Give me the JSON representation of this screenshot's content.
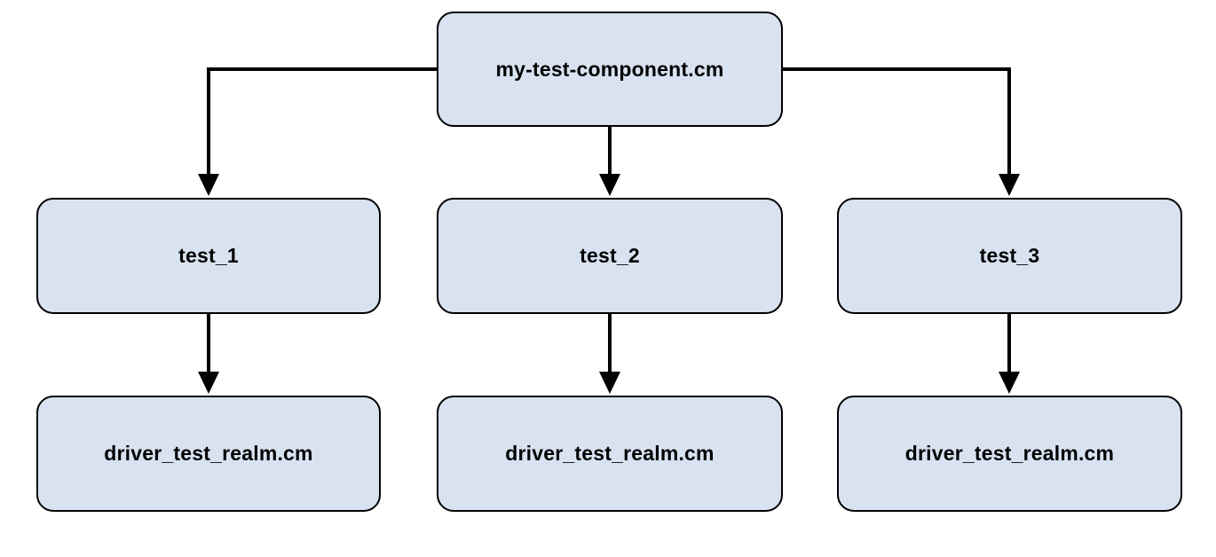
{
  "diagram": {
    "colors": {
      "canvas_bg": "#ffffff",
      "node_fill": "#d8e2f1",
      "node_border": "#000000",
      "edge_color": "#000000",
      "label_color": "#000000"
    },
    "root": {
      "label": "my-test-component.cm"
    },
    "tests": [
      {
        "label": "test_1",
        "child": {
          "label": "driver_test_realm.cm"
        }
      },
      {
        "label": "test_2",
        "child": {
          "label": "driver_test_realm.cm"
        }
      },
      {
        "label": "test_3",
        "child": {
          "label": "driver_test_realm.cm"
        }
      }
    ],
    "edges": [
      {
        "from": "my-test-component.cm",
        "to": "test_1"
      },
      {
        "from": "my-test-component.cm",
        "to": "test_2"
      },
      {
        "from": "my-test-component.cm",
        "to": "test_3"
      },
      {
        "from": "test_1",
        "to": "driver_test_realm.cm"
      },
      {
        "from": "test_2",
        "to": "driver_test_realm.cm"
      },
      {
        "from": "test_3",
        "to": "driver_test_realm.cm"
      }
    ]
  }
}
